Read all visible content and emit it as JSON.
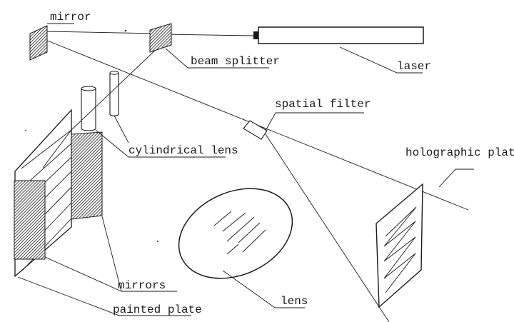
{
  "labels": {
    "mirror": "mirror",
    "beam_splitter": "beam splitter",
    "laser": "laser",
    "spatial_filter": "spatial filter",
    "cylindrical_lens": "cylindrical lens",
    "holographic_plate": "holographic plate",
    "mirrors": "mirrors",
    "painted_plate": "painted plate",
    "lens": "lens"
  },
  "colors": {
    "ink": "#1a1a1a",
    "background": "#ffffff"
  }
}
